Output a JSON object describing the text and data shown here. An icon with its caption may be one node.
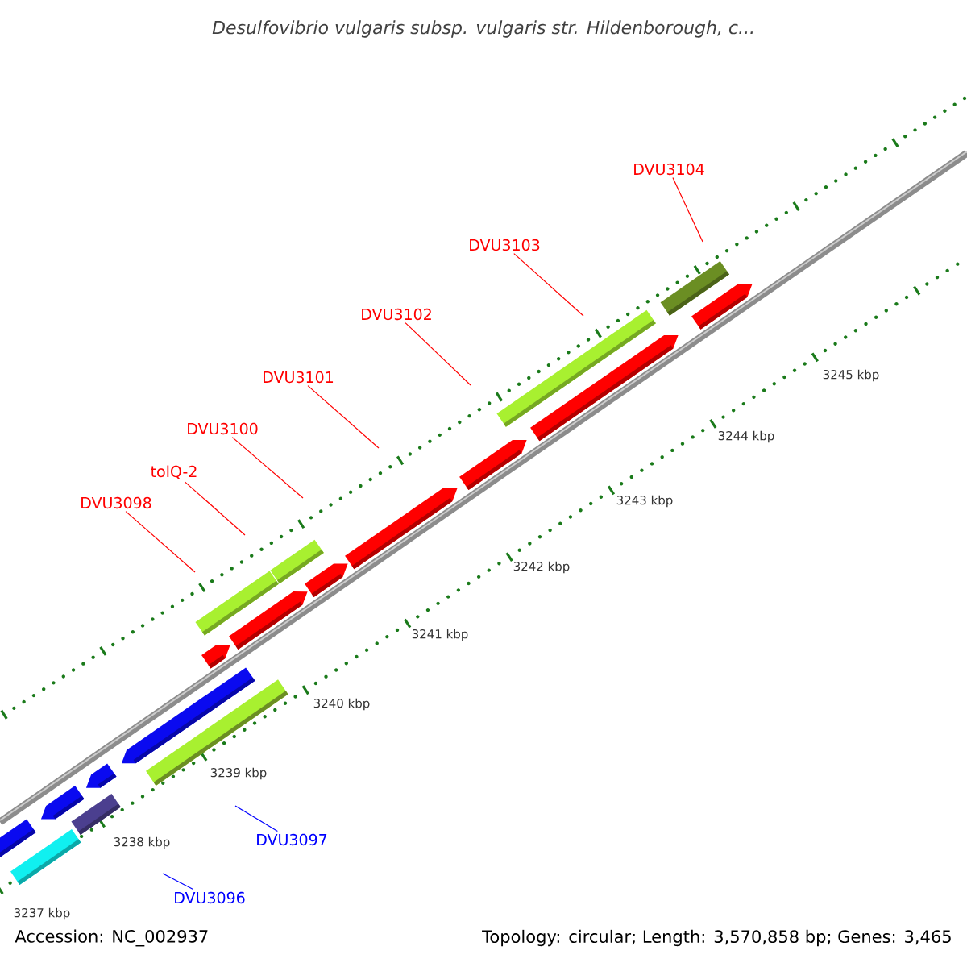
{
  "diagram": {
    "title": "Desulfovibrio vulgaris subsp. vulgaris str. Hildenborough, c...",
    "nodes": [
      {
        "text": [
          "DVU3104"
        ]
      },
      {
        "text": [
          "DVU3103"
        ]
      },
      {
        "text": [
          "DVU3102"
        ]
      },
      {
        "text": [
          "DVU3101"
        ]
      },
      {
        "text": [
          "DVU3100"
        ]
      },
      {
        "text": [
          "tolQ-2"
        ]
      },
      {
        "text": [
          "DVU3098"
        ]
      },
      {
        "text": [
          "DVU3097"
        ]
      },
      {
        "text": [
          "DVU3096"
        ]
      }
    ],
    "edges": [
      {
        "from": 0,
        "to": null,
        "arrow": "none"
      },
      {
        "from": 1,
        "to": null,
        "arrow": "none"
      },
      {
        "from": 2,
        "to": null,
        "arrow": "none"
      },
      {
        "from": 3,
        "to": null,
        "arrow": "none"
      },
      {
        "from": 4,
        "to": null,
        "arrow": "none"
      },
      {
        "from": 5,
        "to": null,
        "arrow": "none"
      },
      {
        "from": 6,
        "to": null,
        "arrow": "none"
      },
      {
        "from": 7,
        "to": null,
        "arrow": "none",
        "color": "#0000ff"
      },
      {
        "from": 8,
        "to": null,
        "arrow": "none",
        "color": "#0000ff"
      }
    ],
    "labels": [
      "3245 kbp",
      "3244 kbp",
      "3243 kbp",
      "3242 kbp",
      "3241 kbp",
      "3240 kbp",
      "3239 kbp",
      "3238 kbp",
      "3237 kbp",
      "Accession: NC_002937",
      "Topology: circular; Length: 3,570,858 bp; Genes: 3,465"
    ]
  }
}
